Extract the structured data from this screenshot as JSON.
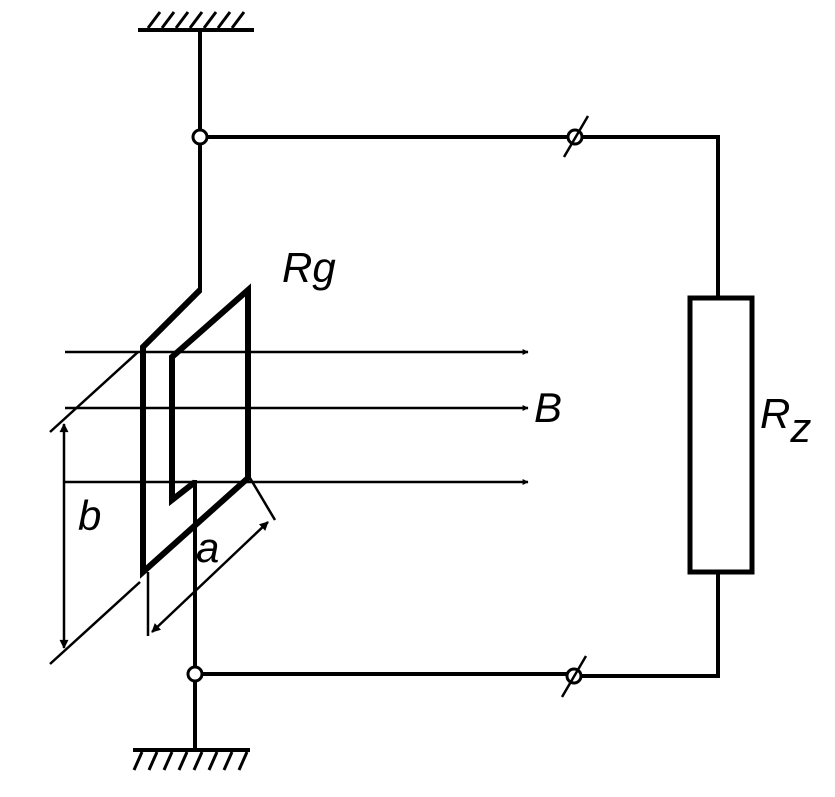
{
  "labels": {
    "generator_resistance": "Rg",
    "load_resistance_R": "R",
    "load_resistance_sub": "z",
    "magnetic_field": "B",
    "loop_width": "a",
    "loop_height": "b"
  }
}
